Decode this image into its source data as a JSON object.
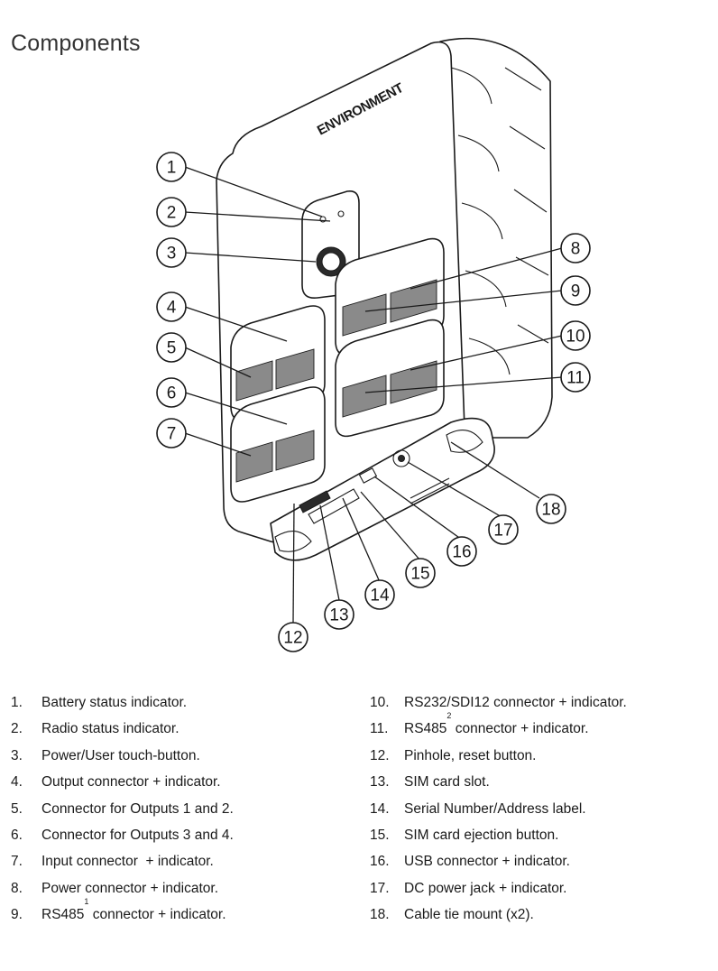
{
  "title": "Components",
  "brand_mark": "ENVIRONMENT",
  "callouts": [
    "1",
    "2",
    "3",
    "4",
    "5",
    "6",
    "7",
    "8",
    "9",
    "10",
    "11",
    "12",
    "13",
    "14",
    "15",
    "16",
    "17",
    "18"
  ],
  "legend_left": [
    {
      "num": "1.",
      "text": "Battery status indicator.",
      "sup": "",
      "tail": ""
    },
    {
      "num": "2.",
      "text": "Radio status indicator.",
      "sup": "",
      "tail": ""
    },
    {
      "num": "3.",
      "text": "Power/User touch-button.",
      "sup": "",
      "tail": ""
    },
    {
      "num": "4.",
      "text": "Output connector + indicator.",
      "sup": "",
      "tail": ""
    },
    {
      "num": "5.",
      "text": "Connector for Outputs 1 and 2.",
      "sup": "",
      "tail": ""
    },
    {
      "num": "6.",
      "text": "Connector for Outputs 3 and 4.",
      "sup": "",
      "tail": ""
    },
    {
      "num": "7.",
      "text": "Input connector  + indicator.",
      "sup": "",
      "tail": ""
    },
    {
      "num": "8.",
      "text": "Power connector + indicator.",
      "sup": "",
      "tail": ""
    },
    {
      "num": "9.",
      "text": "RS485",
      "sup": "1",
      "tail": " connector + indicator."
    }
  ],
  "legend_right": [
    {
      "num": "10.",
      "text": "RS232/SDI12 connector + indicator.",
      "sup": "",
      "tail": ""
    },
    {
      "num": "11.",
      "text": "RS485",
      "sup": "2",
      "tail": " connector + indicator."
    },
    {
      "num": "12.",
      "text": "Pinhole, reset button.",
      "sup": "",
      "tail": ""
    },
    {
      "num": "13.",
      "text": "SIM card slot.",
      "sup": "",
      "tail": ""
    },
    {
      "num": "14.",
      "text": "Serial Number/Address label.",
      "sup": "",
      "tail": ""
    },
    {
      "num": "15.",
      "text": "SIM card ejection button.",
      "sup": "",
      "tail": ""
    },
    {
      "num": "16.",
      "text": "USB connector + indicator.",
      "sup": "",
      "tail": ""
    },
    {
      "num": "17.",
      "text": "DC power jack + indicator.",
      "sup": "",
      "tail": ""
    },
    {
      "num": "18.",
      "text": "Cable tie mount (x2).",
      "sup": "",
      "tail": ""
    }
  ]
}
